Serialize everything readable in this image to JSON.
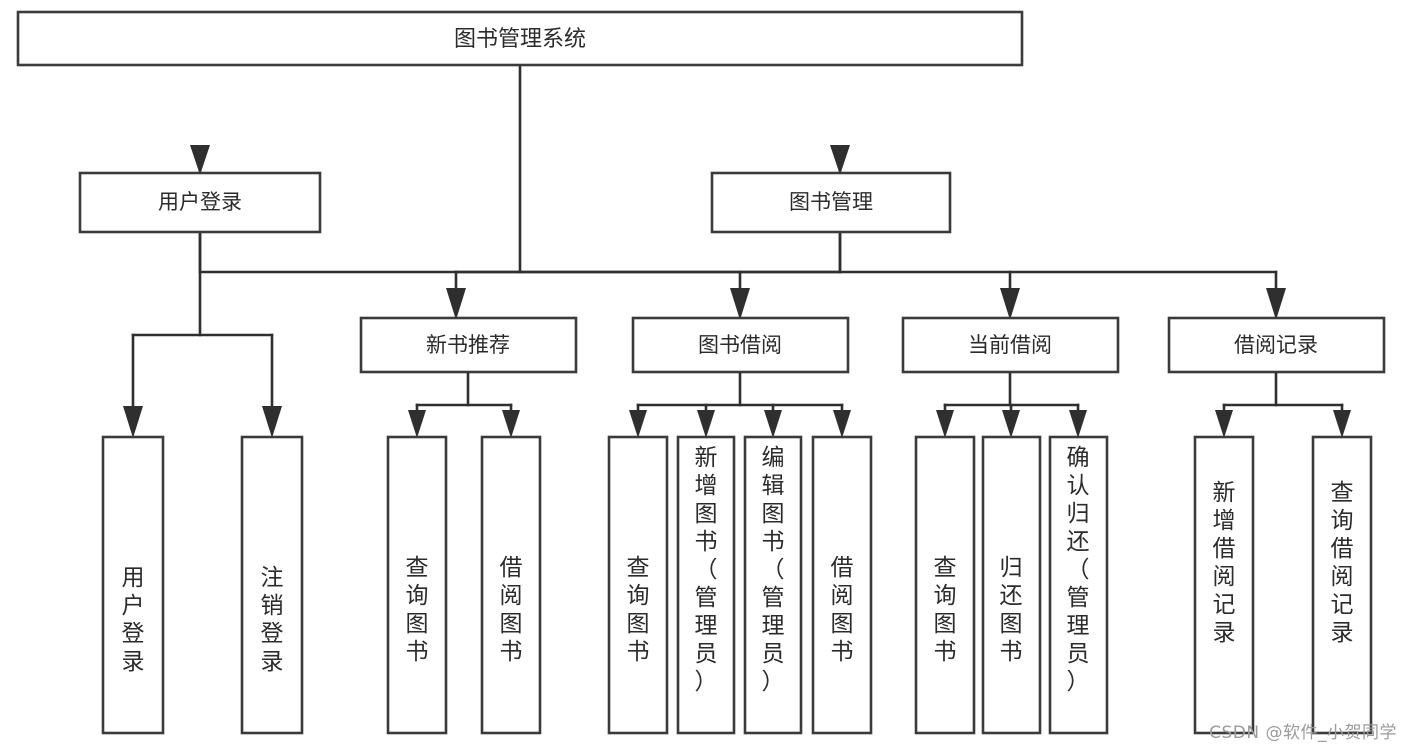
{
  "diagram": {
    "type": "tree-hierarchy",
    "title": "图书管理系统",
    "orientation": "top-down",
    "colors": {
      "box_border": "#3b3b3b",
      "box_fill": "#ffffff",
      "line": "#2f2f2f",
      "text": "#2b2b2b",
      "background": "#ffffff",
      "watermark": "#9b9b9b"
    },
    "root": {
      "id": "root",
      "label": "图书管理系统"
    },
    "level1": [
      {
        "id": "user-login",
        "label": "用户登录"
      },
      {
        "id": "book-manage",
        "label": "图书管理"
      }
    ],
    "level2": [
      {
        "id": "new-book-recommend",
        "label": "新书推荐",
        "parent": "book-manage"
      },
      {
        "id": "book-borrow",
        "label": "图书借阅",
        "parent": "book-manage"
      },
      {
        "id": "current-borrow",
        "label": "当前借阅",
        "parent": "book-manage"
      },
      {
        "id": "borrow-record",
        "label": "借阅记录",
        "parent": "book-manage"
      }
    ],
    "leaves": [
      {
        "id": "leaf-user-login",
        "label": "用户登录",
        "parent": "user-login"
      },
      {
        "id": "leaf-logout-login",
        "label": "注销登录",
        "parent": "user-login"
      },
      {
        "id": "leaf-query-book-1",
        "label": "查询图书",
        "parent": "new-book-recommend"
      },
      {
        "id": "leaf-borrow-book-1",
        "label": "借阅图书",
        "parent": "new-book-recommend"
      },
      {
        "id": "leaf-query-book-2",
        "label": "查询图书",
        "parent": "book-borrow"
      },
      {
        "id": "leaf-add-book",
        "label": "新增图书（管理员）",
        "parent": "book-borrow"
      },
      {
        "id": "leaf-edit-book",
        "label": "编辑图书（管理员）",
        "parent": "book-borrow"
      },
      {
        "id": "leaf-borrow-book-2",
        "label": "借阅图书",
        "parent": "book-borrow"
      },
      {
        "id": "leaf-query-book-3",
        "label": "查询图书",
        "parent": "current-borrow"
      },
      {
        "id": "leaf-return-book",
        "label": "归还图书",
        "parent": "current-borrow"
      },
      {
        "id": "leaf-confirm-return",
        "label": "确认归还（管理员）",
        "parent": "current-borrow"
      },
      {
        "id": "leaf-add-record",
        "label": "新增借阅记录",
        "parent": "borrow-record"
      },
      {
        "id": "leaf-query-record",
        "label": "查询借阅记录",
        "parent": "borrow-record"
      }
    ]
  },
  "watermark": {
    "text": "CSDN @软件_小贺同学"
  }
}
